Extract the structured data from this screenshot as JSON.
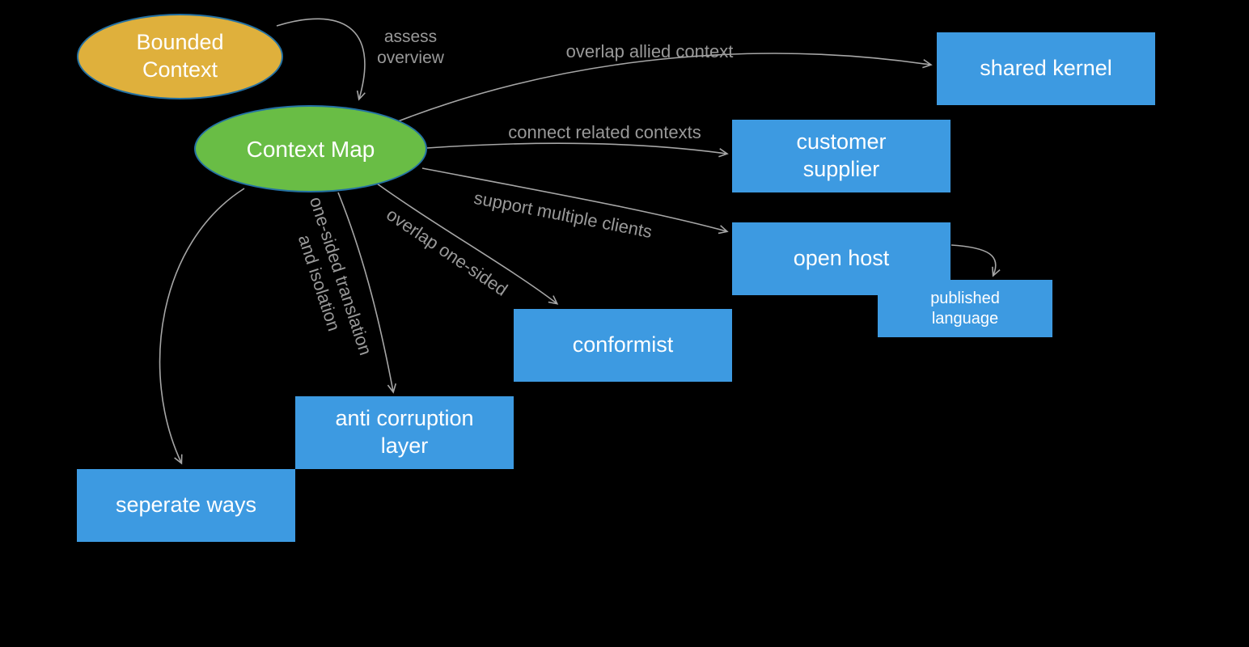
{
  "colors": {
    "background": "#000000",
    "node_blue": "#3d9ae1",
    "bounded_context_fill": "#dfb03c",
    "context_map_fill": "#69bd45",
    "ellipse_stroke": "#2471a3",
    "edge_stroke": "#a6a6a6",
    "edge_label_gray": "#999999",
    "node_text": "#ffffff"
  },
  "nodes": {
    "bounded_context": {
      "label": [
        "Bounded",
        "Context"
      ]
    },
    "context_map": {
      "label": "Context Map"
    },
    "shared_kernel": {
      "label": "shared kernel"
    },
    "customer_supplier": {
      "label": [
        "customer",
        "supplier"
      ]
    },
    "open_host": {
      "label": "open host"
    },
    "published_language": {
      "label": [
        "published",
        "language"
      ]
    },
    "conformist": {
      "label": "conformist"
    },
    "anti_corruption_layer": {
      "label": [
        "anti corruption",
        "layer"
      ]
    },
    "seperate_ways": {
      "label": "seperate ways"
    }
  },
  "edge_labels": {
    "assess_overview": [
      "assess",
      "overview"
    ],
    "overlap_allied_context": "overlap allied context",
    "connect_related_contexts": "connect related contexts",
    "support_multiple_clients": "support multiple clients",
    "overlap_one_sided": "overlap one-sided",
    "one_sided_translation": [
      "one-sided translation",
      "and isolation"
    ]
  }
}
